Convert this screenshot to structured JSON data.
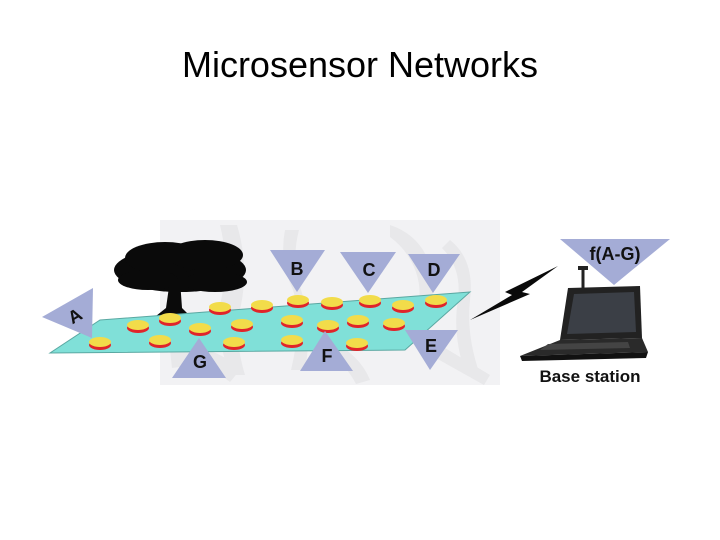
{
  "slide": {
    "title": "Microsensor Networks"
  },
  "diagram": {
    "sensor_labels": [
      "A",
      "B",
      "C",
      "D",
      "E",
      "F",
      "G"
    ],
    "aggregate_label": "f(A-G)",
    "base_station_label": "Base station"
  },
  "colors": {
    "field": "#80e0d8",
    "sensor_top": "#f2dc4a",
    "sensor_side": "#e0242a",
    "pointer": "#a4acd6",
    "laptop": "#222222",
    "background_art": "#e8e8ea"
  }
}
